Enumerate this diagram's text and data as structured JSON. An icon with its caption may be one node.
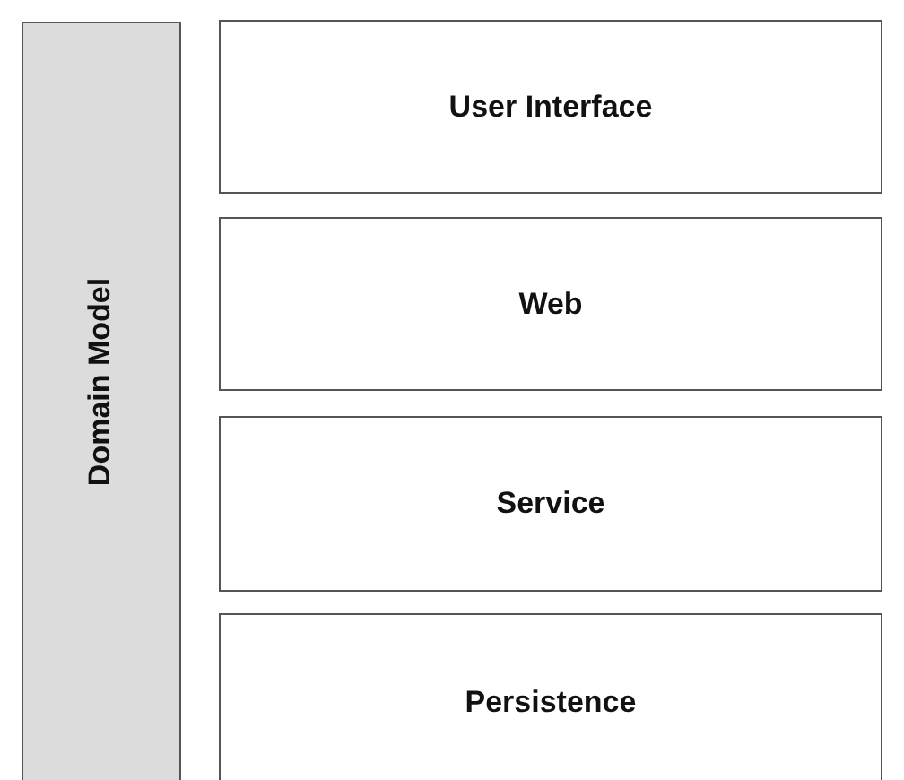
{
  "diagram": {
    "nodes": [
      {
        "text": [
          "Domain Model"
        ]
      },
      {
        "text": [
          "User Interface"
        ]
      },
      {
        "text": [
          "Web"
        ]
      },
      {
        "text": [
          "Service"
        ]
      },
      {
        "text": [
          "Persistence"
        ]
      }
    ]
  }
}
